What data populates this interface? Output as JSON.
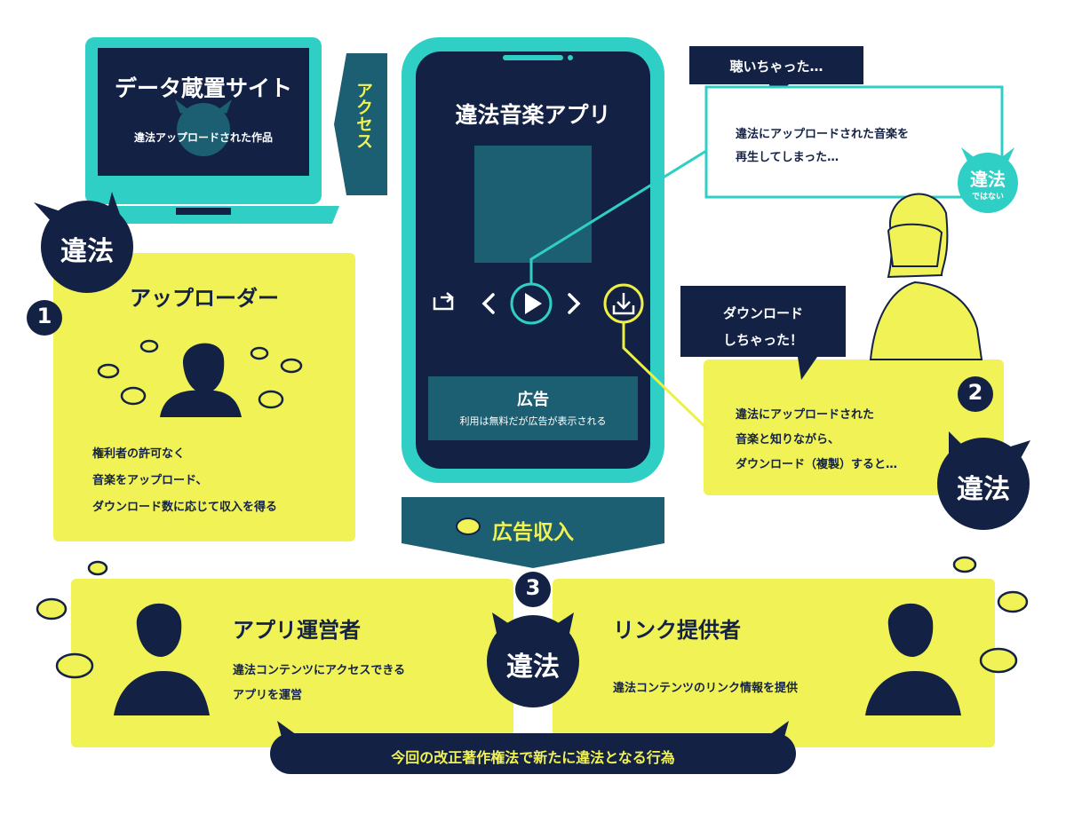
{
  "colors": {
    "navy": "#132145",
    "teal": "#2fcfc5",
    "dark_teal": "#1d5f72",
    "yellow": "#f0f255",
    "yellow_line": "#eef045",
    "white": "#ffffff"
  },
  "data_site": {
    "title": "データ蔵置サイト",
    "subtitle": "違法アップロードされた作品"
  },
  "access_label": "アクセス",
  "app": {
    "title": "違法音楽アプリ",
    "ad_title": "広告",
    "ad_desc": "利用は無料だが広告が表示される"
  },
  "ad_revenue_label": "広告収入",
  "uploader": {
    "badge_number": "1",
    "illegal_badge": "違法",
    "title": "アップローダー",
    "desc_lines": [
      "権利者の許可なく",
      "音楽をアップロード、",
      "ダウンロード数に応じて収入を得る"
    ]
  },
  "listener": {
    "bubble": "聴いちゃった…",
    "desc_lines": [
      "違法にアップロードされた音楽を",
      "再生してしまった…"
    ],
    "badge_main": "違法",
    "badge_sub": "ではない"
  },
  "downloader": {
    "bubble_lines": [
      "ダウンロード",
      "しちゃった！"
    ],
    "badge_number": "2",
    "desc_lines": [
      "違法にアップロードされた",
      "音楽と知りながら、",
      "ダウンロード（複製）すると…"
    ],
    "illegal_badge": "違法"
  },
  "operators": {
    "badge_number": "3",
    "illegal_badge": "違法",
    "app_operator_title": "アプリ運営者",
    "app_operator_desc_lines": [
      "違法コンテンツにアクセスできる",
      "アプリを運営"
    ],
    "link_provider_title": "リンク提供者",
    "link_provider_desc": "違法コンテンツのリンク情報を提供"
  },
  "footer_banner": "今回の改正著作権法で新たに違法となる行為"
}
